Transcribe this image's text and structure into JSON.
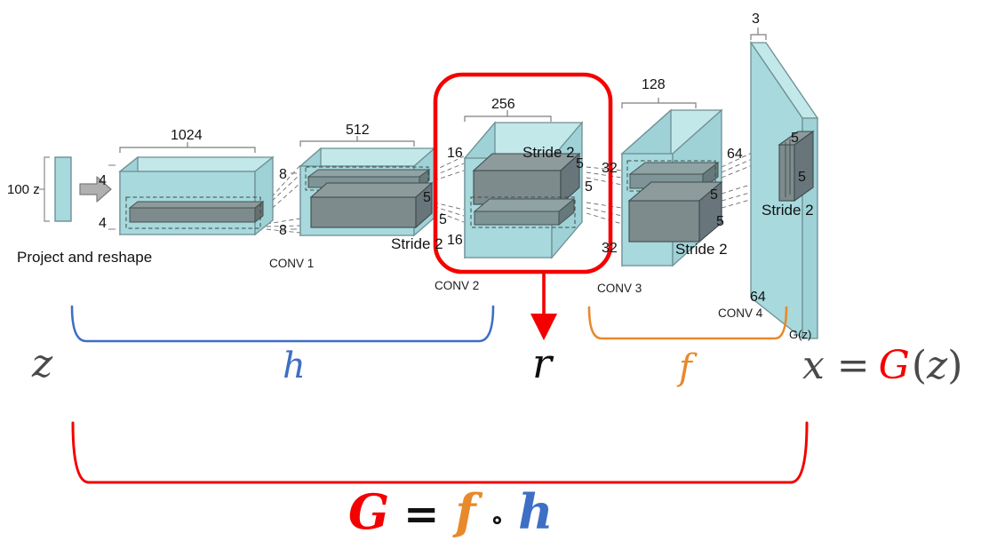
{
  "diagram": {
    "title": "DCGAN generator architecture with composition annotation",
    "input": {
      "label": "100 z",
      "caption": "Project and reshape"
    },
    "blocks": [
      {
        "name": "project-reshape-block",
        "depth_label": "1024",
        "dim_top": "4",
        "dim_bottom": "4",
        "stride_label": "",
        "kernel_top": "",
        "kernel_bottom": "",
        "conv_label": ""
      },
      {
        "name": "conv1-block",
        "depth_label": "512",
        "dim_top": "8",
        "dim_bottom": "8",
        "stride_label": "Stride 2",
        "kernel_top": "5",
        "kernel_bottom": "5",
        "conv_label": "CONV 1"
      },
      {
        "name": "conv2-block",
        "depth_label": "256",
        "dim_top": "16",
        "dim_bottom": "16",
        "stride_label": "Stride 2",
        "kernel_top": "5",
        "kernel_bottom": "5",
        "conv_label": "CONV 2"
      },
      {
        "name": "conv3-block",
        "depth_label": "128",
        "dim_top": "32",
        "dim_bottom": "32",
        "stride_label": "Stride 2",
        "kernel_top": "5",
        "kernel_bottom": "5",
        "conv_label": "CONV 3"
      },
      {
        "name": "conv4-block",
        "depth_label": "3",
        "dim_top": "64",
        "dim_bottom": "64",
        "stride_label": "Stride 2",
        "kernel_top": "5",
        "kernel_bottom": "5",
        "conv_label": "CONV 4"
      }
    ],
    "output_label": "G(z)",
    "annotations": {
      "z_symbol": "z",
      "h_symbol": "h",
      "r_symbol": "r",
      "f_symbol": "f",
      "x_prefix": "x =",
      "x_G": "G",
      "x_paren_open": "(",
      "x_arg": "z",
      "x_paren_close": ")"
    },
    "equation": {
      "G": "G",
      "equals": "=",
      "f": "f",
      "compose": "∘",
      "h": "h"
    },
    "colors": {
      "volume_front": "#a7d9dd",
      "volume_top": "#c2e8ea",
      "volume_side": "#8fc9cf",
      "volume_stroke": "#6e8f94",
      "kernel_fill": "#7e8b8c",
      "kernel_stroke": "#3e4a4b",
      "bracket_gray": "#6b6b6b",
      "highlight_red": "#f40000",
      "bracket_blue": "#3d6fc4",
      "bracket_orange": "#e8892b",
      "arrow_gray": "#a3a3a3"
    }
  }
}
